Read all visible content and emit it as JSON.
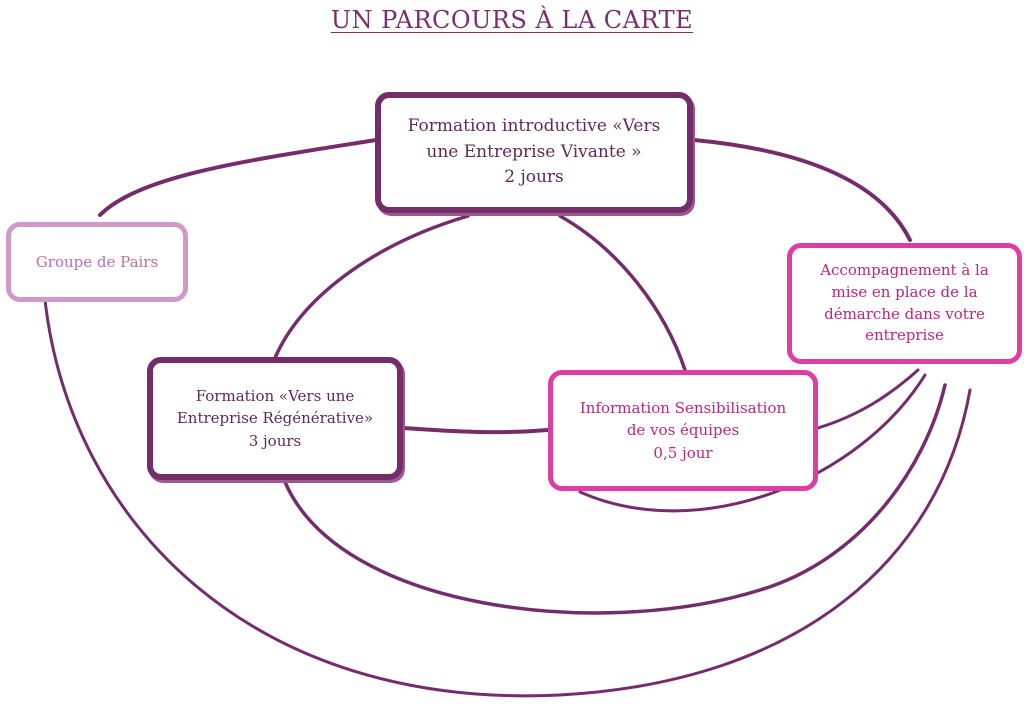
{
  "title": "UN PARCOURS À LA CARTE",
  "colors": {
    "dark_purple": "#742c6a",
    "light_pink": "#cf99c8",
    "magenta": "#dc3ea4"
  },
  "boxes": {
    "intro": {
      "lines": [
        "Formation introductive «Vers",
        "une Entreprise Vivante »",
        "2 jours"
      ]
    },
    "pairs": {
      "lines": [
        "Groupe de Pairs"
      ]
    },
    "regen": {
      "lines": [
        "Formation «Vers une",
        "Entreprise Régénérative»",
        "3 jours"
      ]
    },
    "info": {
      "lines": [
        "Information Sensibilisation",
        "de vos équipes",
        "0,5 jour"
      ]
    },
    "accomp": {
      "lines": [
        "Accompagnement à la",
        "mise en place de la",
        "démarche  dans votre",
        "entreprise"
      ]
    }
  }
}
